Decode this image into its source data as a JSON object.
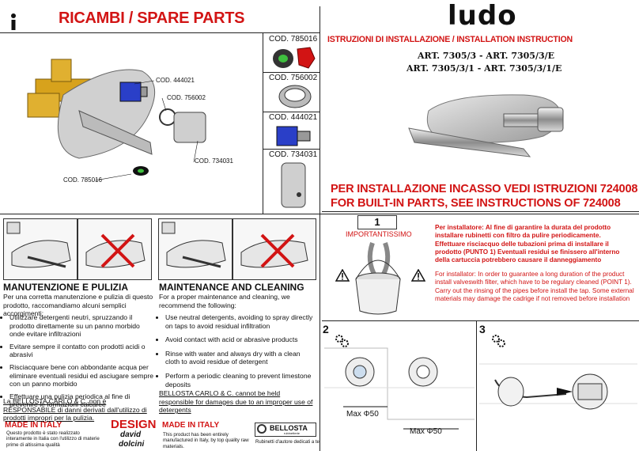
{
  "header": {
    "left_title": "RICAMBI / SPARE PARTS",
    "brand": "ludo",
    "instructions_title": "ISTRUZIONI DI INSTALLAZIONE / INSTALLATION INSTRUCTION",
    "art_line1": "ART. 7305/3 - ART. 7305/3/E",
    "art_line2": "ART. 7305/3/1 - ART. 7305/3/1/E"
  },
  "spare_parts": {
    "labels": {
      "c444021": "COD. 444021",
      "c756002": "COD. 756002",
      "c734031": "COD. 734031",
      "c785016": "COD. 785016"
    },
    "side_codes": [
      "COD. 785016",
      "COD. 756002",
      "COD. 444021",
      "COD. 734031"
    ]
  },
  "notice": {
    "line1": "PER INSTALLAZIONE INCASSO VEDI ISTRUZIONI 724008",
    "line2": "FOR BUILT-IN PARTS, SEE INSTRUCTIONS OF 724008"
  },
  "maintenance_it": {
    "heading": "MANUTENZIONE E PULIZIA",
    "intro": "Per una corretta manutenzione e pulizia di questo prodotto, raccomandiamo alcuni semplici accorgimenti:",
    "items": [
      "Utilizzare detergenti neutri, spruzzando il prodotto direttamente su un panno morbido onde evitare infiltrazioni",
      "Evitare sempre il contatto con prodotti acidi o abrasivi",
      "Risciacquare bene con abbondante acqua per eliminare eventuali residui ed asciugare sempre con un panno morbido",
      "Effettuare una pulizia periodica al fine di prevenire le formazioni calcaree"
    ],
    "disclaimer": "La BELLOSTA CARLO & C. non è RESPONSABILE di danni derivati dall'utilizzo di prodotti impropri per la pulizia.",
    "made_in": "MADE IN ITALY",
    "made_note": "Questo prodotto è stato realizzato interamente in Italia con l'utilizzo di materie prime di altissima qualità",
    "design_label": "DESIGN",
    "designer1": "david",
    "designer2": "dolcini"
  },
  "maintenance_en": {
    "heading": "MAINTENANCE AND CLEANING",
    "intro": "For a proper maintenance and cleaning, we recommend the following:",
    "items": [
      "Use neutral detergents, avoiding to spray directly on taps to avoid residual infiltration",
      "Avoid contact with acid or abrasive products",
      "Rinse with water and always dry with a clean cloth to avoid residue of detergent",
      "Perform a periodic cleaning to prevent limestone deposits"
    ],
    "disclaimer": "BELLOSTA CARLO & C. cannot be held responsible for damages due to an improper use of detergents",
    "made_in": "MADE IN ITALY",
    "made_note": "This product has been entirely manufactured in Italy, by top quality raw materials.",
    "logo_text": "BELLOSTA",
    "logo_sub": "rubinetterie",
    "tagline": "Rubinetti d'autore dedicati a te"
  },
  "installer": {
    "step_number": "1",
    "important": "IMPORTANTISSIMO",
    "it_text": "Per installatore: Al fine di garantire la durata del prodotto installare rubinetti con filtro da pulire periodicamente. Effettuare risciacquo delle tubazioni prima di installare il prodotto (PUNTO 1) Eventuali residui se finissero all'interno della cartuccia potrebbero causare il danneggiamento",
    "en_text": "For installator: In order to guarantee a long duration of the product install valveswith filter, which have to be regulary cleaned (POINT 1). Carry out the rinsing of the pipes before install the tap. Some external materials may damage the cadrige if not removed before installation"
  },
  "steps": {
    "step2": "2",
    "step3": "3",
    "max1": "Max Φ50",
    "max2": "Max Φ50"
  },
  "colors": {
    "accent_red": "#d21414",
    "brass": "#d7a21c",
    "blue": "#2a3fc8",
    "green": "#3fbf3f"
  }
}
